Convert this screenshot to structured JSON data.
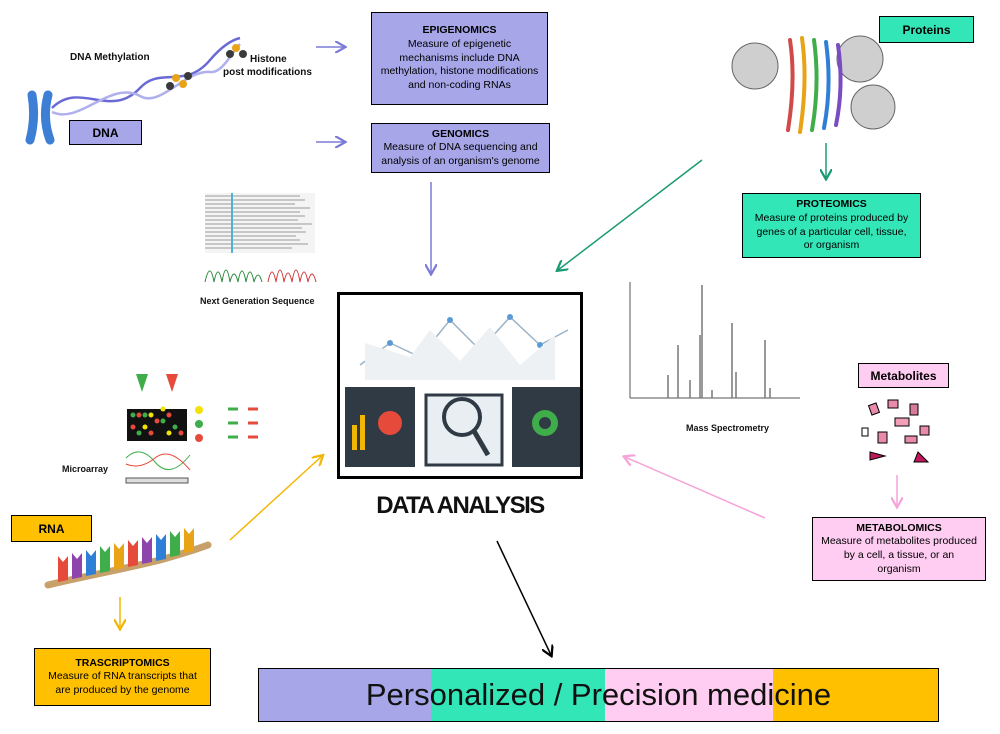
{
  "labels": {
    "dna_methylation": "DNA Methylation",
    "histone_line1": "Histone",
    "histone_line2": "post modifications",
    "next_generation_sequence": "Next Generation Sequence",
    "microarray": "Microarray",
    "mass_spectrometry": "Mass Spectrometry",
    "data_analysis": "DATA ANALYSIS"
  },
  "tags": {
    "dna": "DNA",
    "proteins": "Proteins",
    "metabolites": "Metabolites",
    "rna": "RNA"
  },
  "boxes": {
    "epigenomics": {
      "title": "EPIGENOMICS",
      "text": "Measure of epigenetic mechanisms include DNA methylation, histone modifications and non-coding RNAs"
    },
    "genomics": {
      "title": "GENOMICS",
      "text": "Measure of DNA sequencing and analysis of an organism's genome"
    },
    "proteomics": {
      "title": "PROTEOMICS",
      "text": "Measure of  proteins produced by  genes of a particular cell, tissue, or organism"
    },
    "metabolomics": {
      "title": "METABOLOMICS",
      "text": "Measure of metabolites produced by a cell, a tissue, or an organism"
    },
    "transcriptomics": {
      "title": "TRASCRIPTOMICS",
      "text": "Measure of RNA transcripts that are produced by the genome"
    }
  },
  "banner": {
    "text": "Personalized / Precision medicine"
  },
  "colors": {
    "genomics": "#a6a6e8",
    "proteomics": "#33e6b8",
    "metabolomics": "#ffccf2",
    "transcriptomics": "#ffc000",
    "arrow_genomics": "#7b7bd6",
    "arrow_proteomics": "#1a9a73",
    "arrow_metabolomics": "#f5a3d9",
    "arrow_transcriptomics": "#f2b705"
  }
}
